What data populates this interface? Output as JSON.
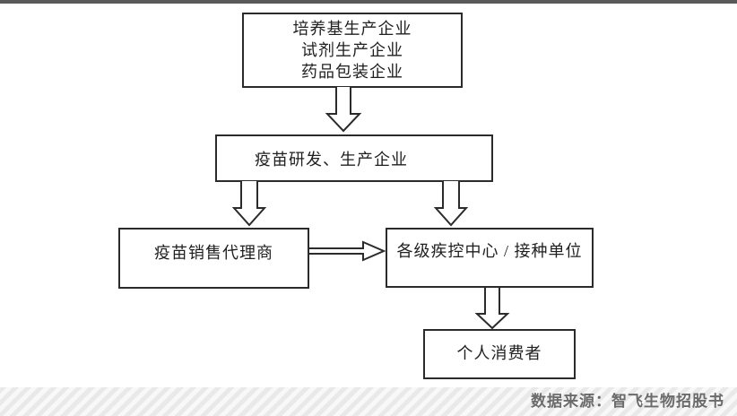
{
  "page": {
    "background": "#ffffff",
    "top_bar_color": "#595959",
    "line_color": "#2b2b2b"
  },
  "flowchart": {
    "type": "flowchart",
    "nodes": {
      "suppliers": {
        "line1": "培养基生产企业",
        "line2": "试剂生产企业",
        "line3": "药品包装企业"
      },
      "manufacturer": {
        "label": "疫苗研发、生产企业"
      },
      "distributor": {
        "label": "疫苗销售代理商"
      },
      "cdc": {
        "label": "各级疾控中心 / 接种单位"
      },
      "consumer": {
        "label": "个人消费者"
      }
    },
    "edges": [
      {
        "from": "suppliers",
        "to": "manufacturer",
        "style": "hollow-arrow-down"
      },
      {
        "from": "manufacturer",
        "to": "distributor",
        "style": "hollow-arrow-down"
      },
      {
        "from": "manufacturer",
        "to": "cdc",
        "style": "hollow-arrow-down"
      },
      {
        "from": "distributor",
        "to": "cdc",
        "style": "hollow-arrow-right"
      },
      {
        "from": "cdc",
        "to": "consumer",
        "style": "hollow-arrow-down"
      }
    ]
  },
  "footer": {
    "source_text": "数据来源：智飞生物招股书",
    "text_color": "#6b6b6b",
    "stripe_colors": [
      "#e9e9e9",
      "#f8f8f8"
    ]
  }
}
